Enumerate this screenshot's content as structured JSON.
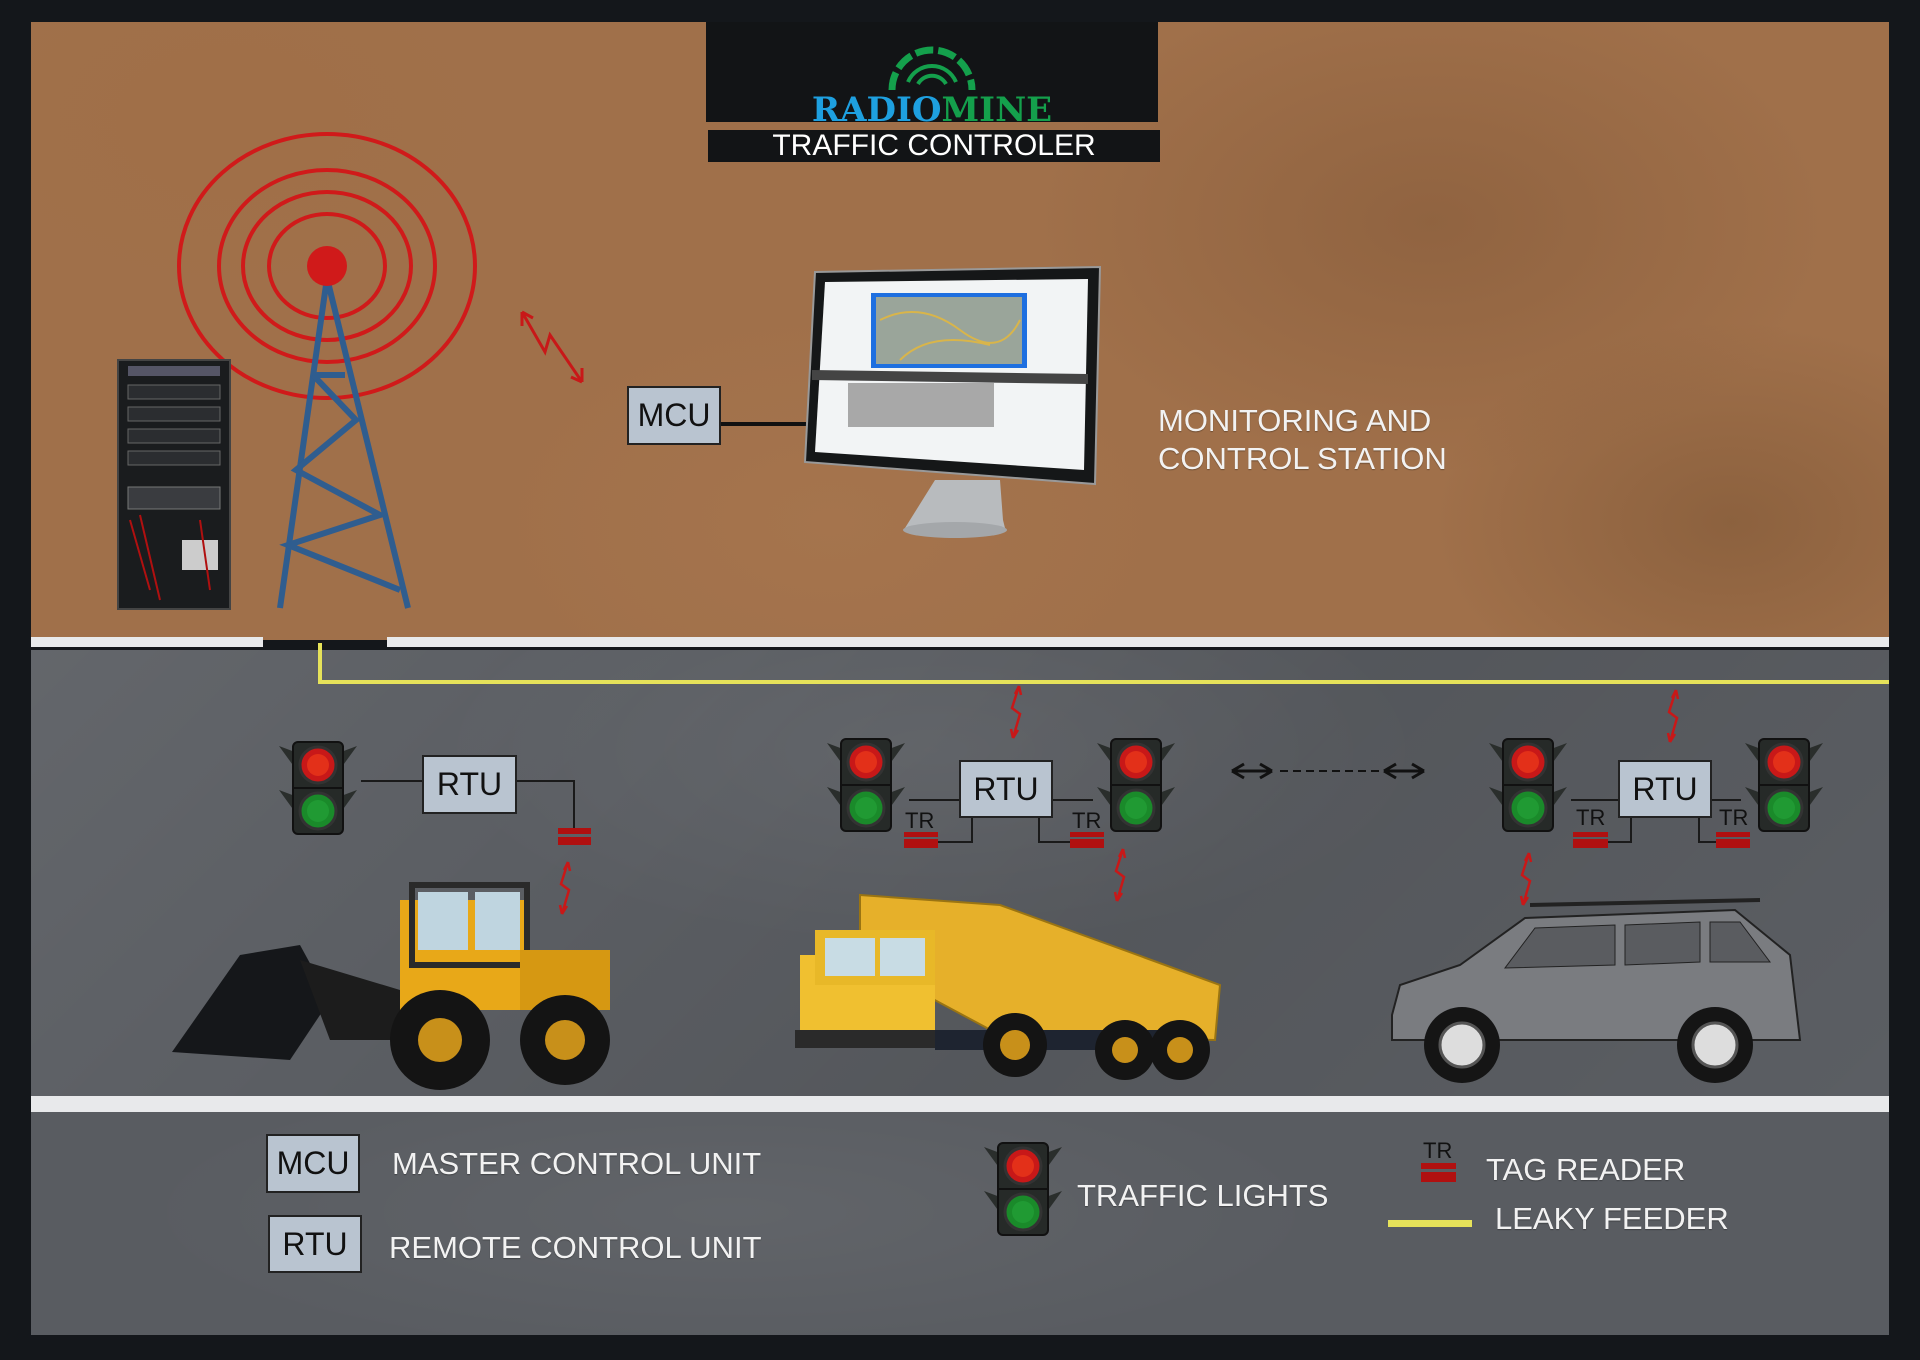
{
  "header": {
    "logo_part1": "RADIO",
    "logo_part2": "MINE",
    "title": "TRAFFIC CONTROLER"
  },
  "station": {
    "mcu_label": "MCU",
    "caption_line1": "MONITORING AND",
    "caption_line2": "CONTROL STATION"
  },
  "road": {
    "rtu_labels": [
      "RTU",
      "RTU",
      "RTU"
    ],
    "tr_label": "TR"
  },
  "legend": {
    "mcu_abbr": "MCU",
    "mcu_text": "MASTER CONTROL UNIT",
    "rtu_abbr": "RTU",
    "rtu_text": "REMOTE CONTROL UNIT",
    "traffic_lights": "TRAFFIC LIGHTS",
    "tr_abbr": "TR",
    "tag_reader": "TAG READER",
    "leaky_feeder": "LEAKY FEEDER"
  },
  "colors": {
    "signal_red": "#d01a1a",
    "tower_blue": "#2f5d8f",
    "leaky_feeder": "#e6e25a",
    "tag_reader": "#b01010",
    "logo_blue": "#1ea0e0",
    "logo_green": "#14a04c"
  }
}
